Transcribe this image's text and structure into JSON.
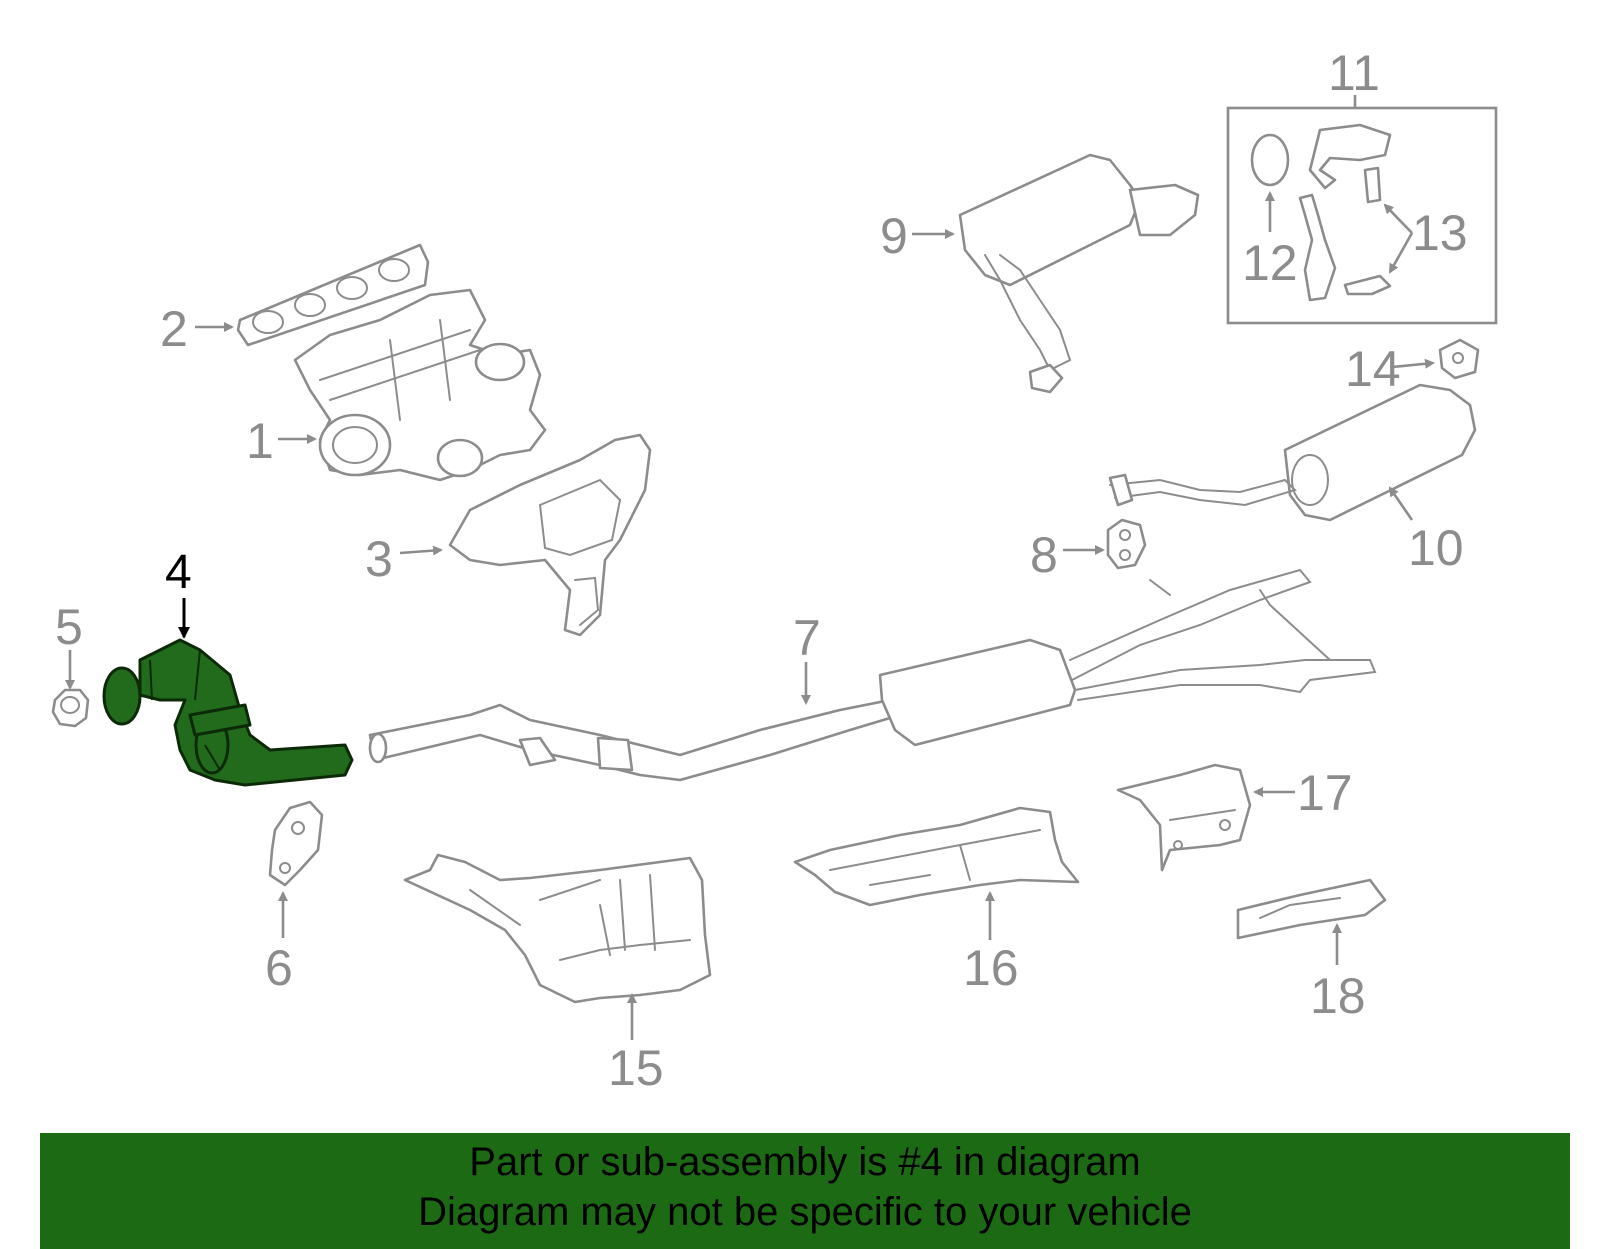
{
  "highlighted_part": "4",
  "colors": {
    "highlight": "#236b1c",
    "banner": "#1c6b14",
    "line": "#8c8c8c"
  },
  "callouts": {
    "c1": "1",
    "c2": "2",
    "c3": "3",
    "c4": "4",
    "c5": "5",
    "c6": "6",
    "c7": "7",
    "c8": "8",
    "c9": "9",
    "c10": "10",
    "c11": "11",
    "c12": "12",
    "c13": "13",
    "c14": "14",
    "c15": "15",
    "c16": "16",
    "c17": "17",
    "c18": "18"
  },
  "banner": {
    "line1": "Part or sub-assembly is #4 in diagram",
    "line2": "Diagram may not be specific to your vehicle"
  }
}
